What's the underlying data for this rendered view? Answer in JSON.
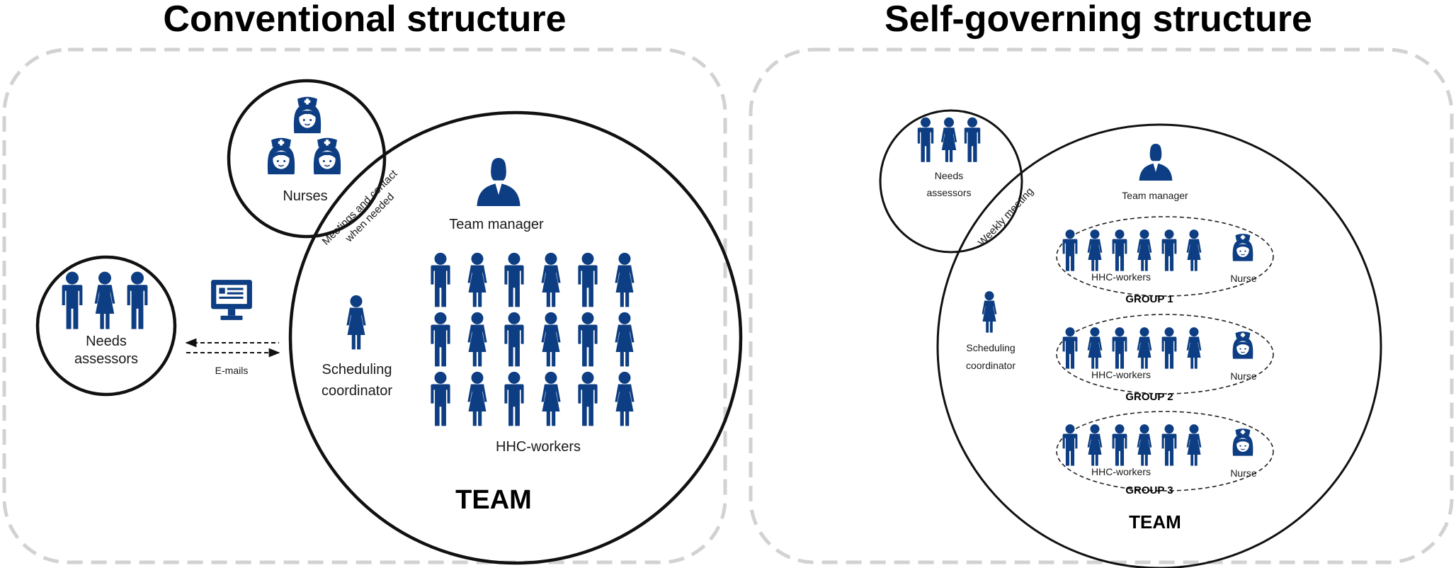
{
  "left": {
    "title": "Conventional structure",
    "nurses_label": "Nurses",
    "overlap_line1": "Meetings and contact",
    "overlap_line2": "when needed",
    "team_manager": "Team manager",
    "needs_line1": "Needs",
    "needs_line2": "assessors",
    "emails": "E-mails",
    "scheduling_line1": "Scheduling",
    "scheduling_line2": "coordinator",
    "hhc_workers": "HHC-workers",
    "team": "TEAM"
  },
  "right": {
    "title": "Self-governing structure",
    "needs_line1": "Needs",
    "needs_line2": "assessors",
    "overlap": "Weekly meeting",
    "team_manager": "Team manager",
    "scheduling_line1": "Scheduling",
    "scheduling_line2": "coordinator",
    "groups": [
      {
        "workers": "HHC-workers",
        "nurse": "Nurse",
        "name": "GROUP 1"
      },
      {
        "workers": "HHC-workers",
        "nurse": "Nurse",
        "name": "GROUP 2"
      },
      {
        "workers": "HHC-workers",
        "nurse": "Nurse",
        "name": "GROUP 3"
      }
    ],
    "team": "TEAM"
  },
  "colors": {
    "icon": "#0d3d82",
    "panel_border": "#d2d2d2",
    "circle": "#111111"
  },
  "icons": [
    "male-worker-icon",
    "female-worker-icon",
    "nurse-icon",
    "manager-icon",
    "computer-icon"
  ]
}
